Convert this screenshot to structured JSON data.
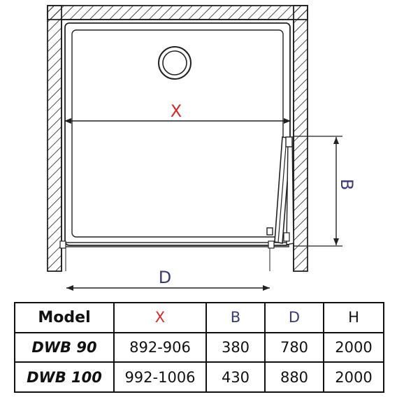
{
  "diagram": {
    "labels": {
      "x": "X",
      "b": "B",
      "d": "D"
    },
    "colors": {
      "x": "#d62828",
      "b": "#3a3a7a",
      "d": "#3a3a7a",
      "line": "#222222",
      "wall": "#222222"
    },
    "icons": {
      "drain": "drain-circle-icon",
      "hinge": "hinge-icon"
    }
  },
  "table": {
    "headers": [
      "Model",
      "X",
      "B",
      "D",
      "H"
    ],
    "header_colors": [
      "#111111",
      "#d62828",
      "#3a3a7a",
      "#3a3a7a",
      "#111111"
    ],
    "rows": [
      [
        "DWB 90",
        "892-906",
        "380",
        "780",
        "2000"
      ],
      [
        "DWB 100",
        "992-1006",
        "430",
        "880",
        "2000"
      ]
    ]
  }
}
